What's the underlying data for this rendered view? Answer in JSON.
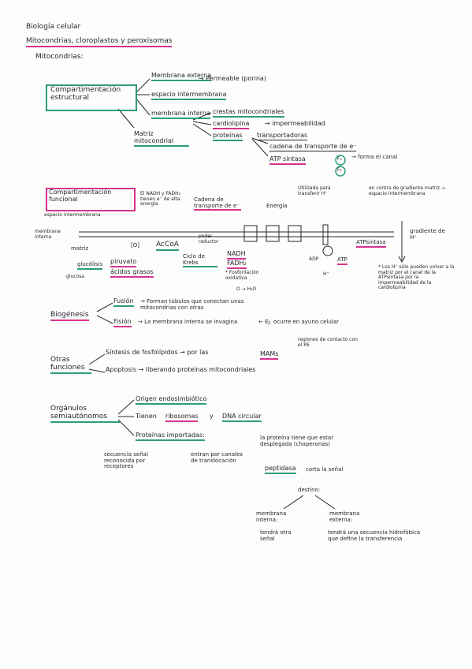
{
  "header": {
    "subject": "Biología celular",
    "topic": "Mitocondrias, cloroplastos y peroxisomas",
    "section": "Mitocondrias:"
  },
  "compartimentacion": {
    "title": "Compartimentación estructural",
    "membrana_externa": "Membrana externa",
    "membrana_externa_prop": "→ Permeable (porina)",
    "espacio": "espacio intermembrana",
    "membrana_interna": "membrana interna",
    "crestas": "crestas mitocondriales",
    "cardiolipina": "cardiolipina",
    "cardiolipina_prop": "→ impermeabilidad",
    "proteinas": "proteínas",
    "transportadoras": "transportadoras",
    "cadena": "cadena de transporte de e⁻",
    "atp_sintasa": "ATP sintasa",
    "f0_label": "F₀",
    "f1_label": "F₁",
    "forma_canal": "→ forma el canal",
    "matriz": "Matriz mitocondrial"
  },
  "funcional": {
    "title": "Compartimentación funcional",
    "nadh_note": "El NADH y FADH₂ tienen e⁻ de alta energía",
    "cadena_label": "Cadena de transporte de e⁻",
    "energia": "Energía",
    "utilizada": "Utilizada para transferir H⁺",
    "en_contra": "en contra de gradiente matriz → espacio intermembrana",
    "espacio_label": "espacio intermembrana",
    "membrana_interna_label": "membrana interna",
    "matriz_label": "matriz",
    "oxidacion": "[O]",
    "acetil": "AcCoA",
    "poder": "poder reductor",
    "krebs": "Ciclo de Krebs",
    "nadh": "NADH",
    "fadh": "FADH₂",
    "fosforilacion": "* Fosforilación oxidativa",
    "agua": "O → H₂O",
    "glucolisis": "glucólisis",
    "glucosa": "glucosa",
    "piruvato": "piruvato",
    "acidos": "ácidos grasos",
    "atp_sintasa": "ATPsintasa",
    "adp": "ADP",
    "atp": "ATP",
    "hplus": "H⁺",
    "gradiente": "gradiente de H⁺",
    "nota": "* Los H⁺ sólo pueden volver a la matriz por el canal de la ATPsintasa por la impermeabilidad de la cardiolipina"
  },
  "biogenesis": {
    "title": "Biogénesis",
    "fusion": "Fusión",
    "fusion_desc": "→ Forman túbulos que conectan unas mitocondrias con otras",
    "fision": "Fisión",
    "fision_desc": "→ La membrana interna se invagina",
    "ejemplo": "← Ej. ocurre en ayuno celular"
  },
  "otras": {
    "title": "Otras funciones",
    "sintesis": "Síntesis de fosfolípidos → por las",
    "mams": "MAMs",
    "regiones": "regiones de contacto con el RE",
    "apoptosis": "Apoptosis → liberando proteínas mitocondriales"
  },
  "organulos": {
    "title": "Orgánulos semiautónomos",
    "origen": "Origen endosimbiótico",
    "tienen": "Tienen",
    "ribosomas": "ribosomas",
    "y": "y",
    "adn": "DNA circular",
    "proteinas": "Proteínas importadas:",
    "secuencia": "secuencia señal reconocida por receptores",
    "entran": "entran por canales de translocación",
    "plegada": "la proteína tiene que estar desplegada (chaperonas)",
    "peptidasa": "peptidasa",
    "corta": "corta la señal",
    "destino": "destino:",
    "memb_interna": "membrana interna:",
    "memb_interna_desc": "tendrá otra señal",
    "memb_externa": "membrana externa:",
    "memb_externa_desc": "tendrá una secuencia hidrofóbica que define la transferencia"
  }
}
